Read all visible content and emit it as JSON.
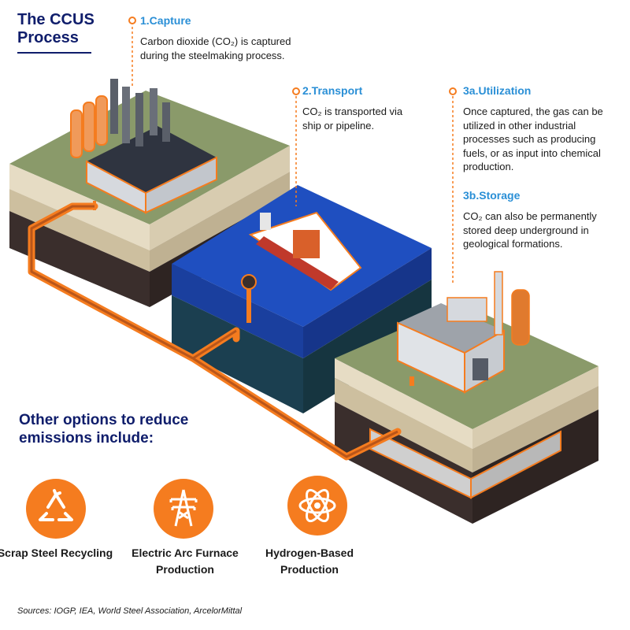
{
  "title": "The CCUS Process",
  "steps": [
    {
      "heading": "1.Capture",
      "text": "Carbon dioxide (CO₂) is captured during the steelmaking process."
    },
    {
      "heading": "2.Transport",
      "text": "CO₂ is transported via ship or pipeline."
    },
    {
      "heading": "3a.Utilization",
      "text": "Once captured, the gas can be utilized in other industrial processes such as producing fuels, or as input into chemical production."
    },
    {
      "heading": "3b.Storage",
      "text": "CO₂ can also be permanently stored deep underground in geological formations."
    }
  ],
  "options": {
    "heading": "Other options to reduce emissions include:",
    "items": [
      {
        "label": "Scrap Steel Recycling",
        "icon": "recycle-icon"
      },
      {
        "label": "Electric Arc Furnace Production",
        "icon": "power-tower-icon"
      },
      {
        "label": "Hydrogen-Based Production",
        "icon": "atom-icon"
      }
    ]
  },
  "sources": "Sources: IOGP, IEA, World Steel Association, ArcelorMittal",
  "colors": {
    "navy": "#0f1d6b",
    "accent_blue": "#2a8fd6",
    "orange": "#f57c1f",
    "grass": "#8a9a6a",
    "soil_light": "#e6dcc4",
    "soil_mid": "#cdbf9f",
    "soil_dark": "#3a2e2c",
    "water": "#1f4fc0",
    "water_deep": "#1b3f50"
  }
}
